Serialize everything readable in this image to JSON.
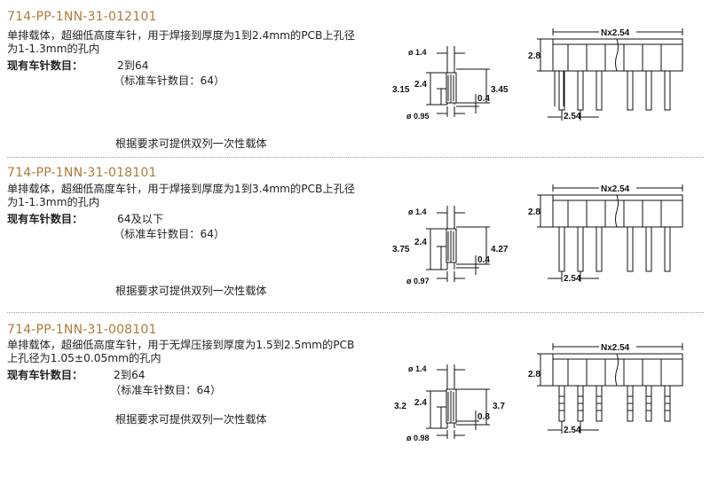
{
  "products": [
    {
      "part_number": "714-PP-1NN-31-012101",
      "description": "单排载体，超细低高度车针，用于焊接到厚度为1到2.4mm的PCB上孔径为1-1.3mm的孔内",
      "count_label": "现有车针数目：",
      "count_value": "2到64",
      "standard": "（标准车针数目：64）",
      "note": "根据要求可提供双列一次性载体",
      "side": {
        "diam_top": "ø 1.4",
        "left_total": "3.15",
        "left_mid": "2.4",
        "right_total": "3.45",
        "right_small": "0.4",
        "diam_bottom": "ø 0.95"
      },
      "front": {
        "pitch_label": "Nx2.54",
        "height": "2.8",
        "pitch": "2.54"
      }
    },
    {
      "part_number": "714-PP-1NN-31-018101",
      "description": "单排载体，超细低高度车针，用于焊接到厚度为1到3.4mm的PCB上孔径为1-1.3mm的孔内",
      "count_label": "现有车针数目：",
      "count_value": "64及以下",
      "standard": "（标准车针数目：64）",
      "note": "根据要求可提供双列一次性载体",
      "side": {
        "diam_top": "ø 1.4",
        "left_total": "3.75",
        "left_mid": "2.4",
        "right_total": "4.27",
        "right_small": "0.4",
        "diam_bottom": "ø 0.97"
      },
      "front": {
        "pitch_label": "Nx2.54",
        "height": "2.8",
        "pitch": "2.54"
      }
    },
    {
      "part_number": "714-PP-1NN-31-008101",
      "description": "单排载体，超细低高度车针，用于无焊压接到厚度为1.5到2.5mm的PCB上孔径为1.05±0.05mm的孔内",
      "count_label": "现有车针数目：",
      "count_value": "2到64",
      "standard": "（标准车针数目：64）",
      "note": "根据要求可提供双列一次性载体",
      "side": {
        "diam_top": "ø 1.4",
        "left_total": "3.2",
        "left_mid": "2.4",
        "right_total": "3.7",
        "right_small": "0.8",
        "diam_bottom": "ø 0.98"
      },
      "front": {
        "pitch_label": "Nx2.54",
        "height": "2.8",
        "pitch": "2.54"
      }
    }
  ]
}
